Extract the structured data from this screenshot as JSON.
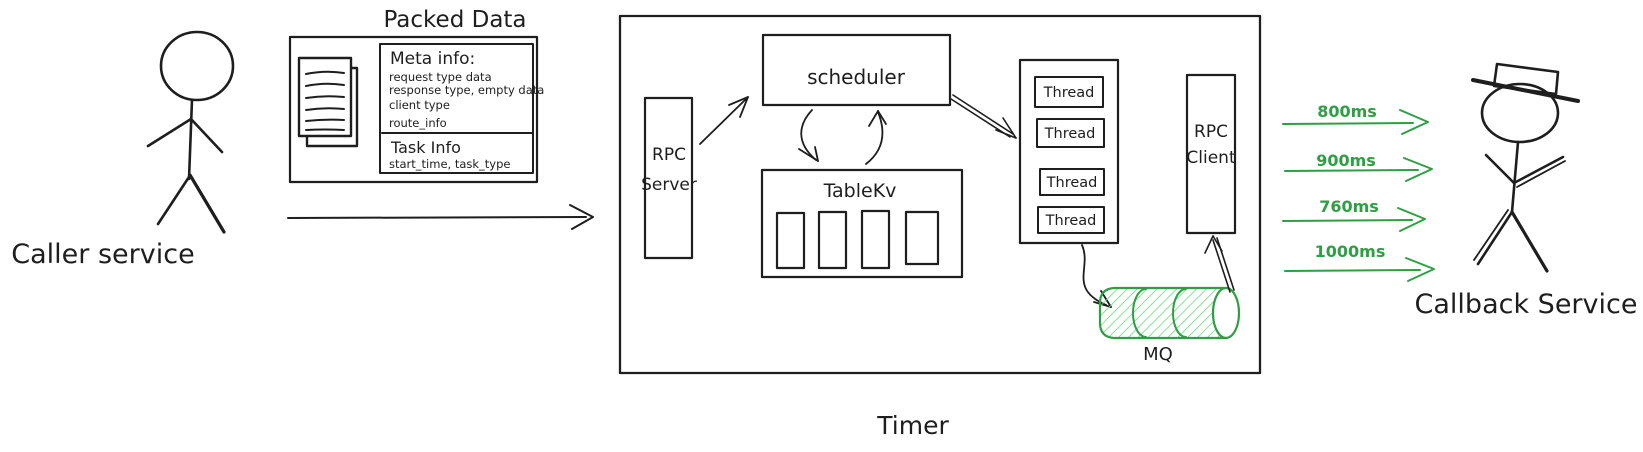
{
  "palette": {
    "ink": "#1e1e1e",
    "green": "#2f9e44",
    "green_hatch": "#69db7c",
    "background": "#ffffff"
  },
  "actors": {
    "caller": {
      "label": "Caller service"
    },
    "callback": {
      "label": "Callback Service"
    }
  },
  "packed_data": {
    "title": "Packed Data",
    "document_icon": "stacked-pages-icon",
    "meta": {
      "title": "Meta info:",
      "lines": [
        "request type data",
        "response type, empty data",
        "client type",
        "route_info"
      ]
    },
    "task": {
      "title": "Task Info",
      "line": "start_time, task_type"
    }
  },
  "timer": {
    "label": "Timer",
    "rpc_server": {
      "line1": "RPC",
      "line2": "Server"
    },
    "scheduler": {
      "label": "scheduler"
    },
    "tablekv": {
      "label": "TableKv",
      "slot_count": 4
    },
    "threads": [
      "Thread",
      "Thread",
      "Thread",
      "Thread"
    ],
    "rpc_client": {
      "line1": "RPC",
      "line2": "Client"
    },
    "mq": {
      "label": "MQ"
    }
  },
  "latencies": [
    "800ms",
    "900ms",
    "760ms",
    "1000ms"
  ]
}
